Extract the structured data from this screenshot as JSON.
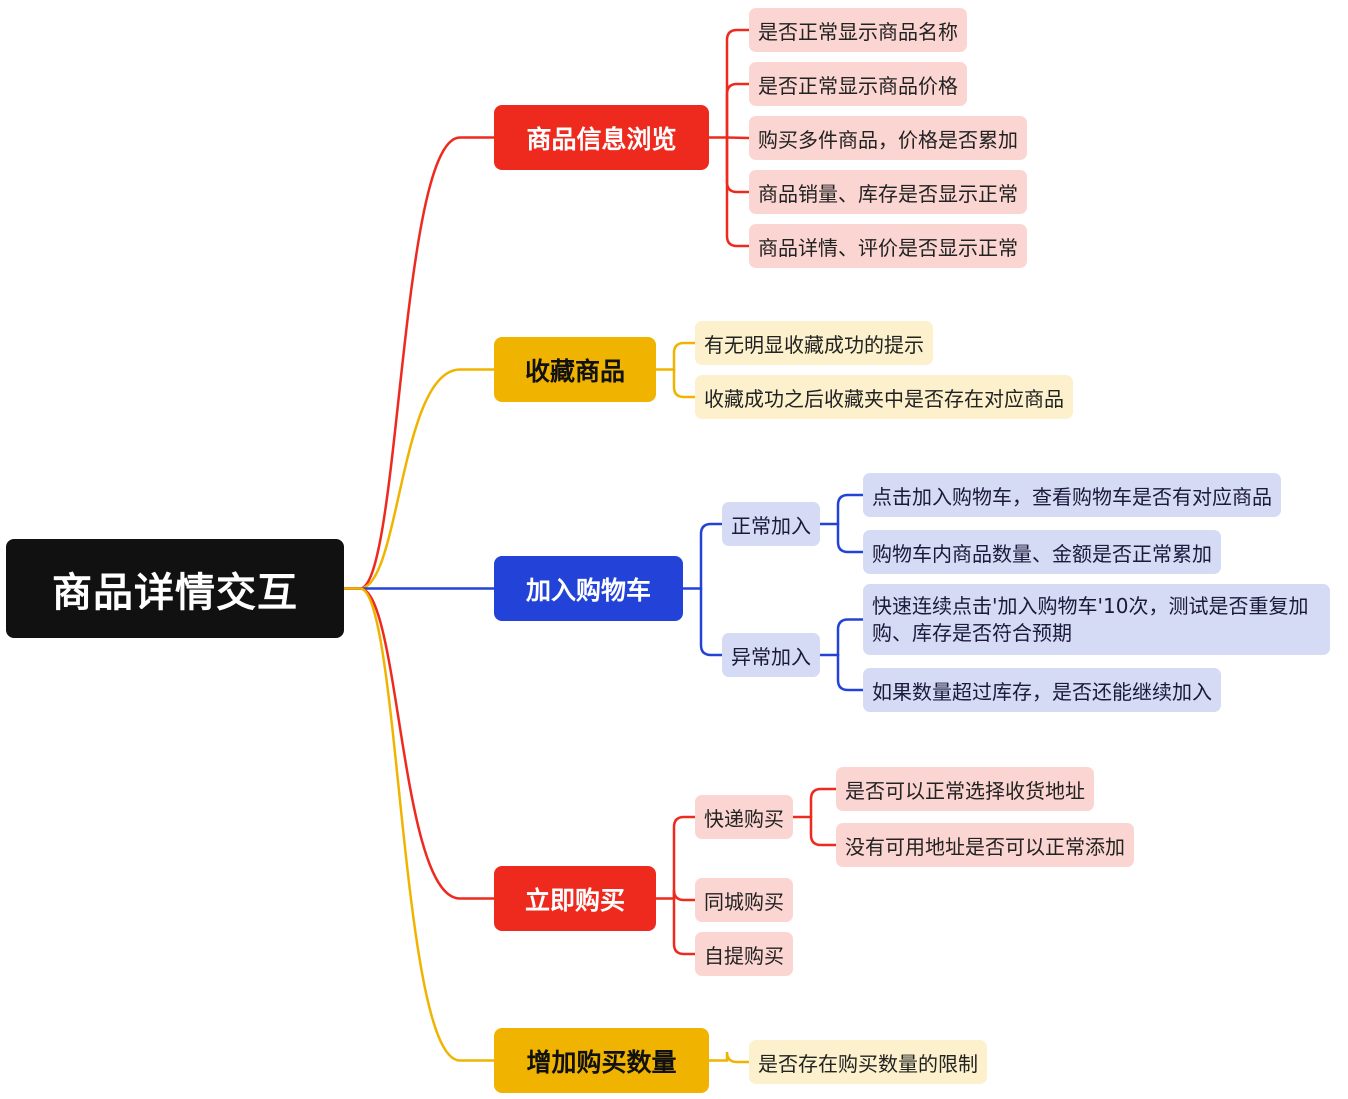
{
  "root": {
    "label": "商品详情交互"
  },
  "branches": [
    {
      "label": "商品信息浏览",
      "color": "#ee2a1f",
      "children": [
        "是否正常显示商品名称",
        "是否正常显示商品价格",
        "购买多件商品，价格是否累加",
        "商品销量、库存是否显示正常",
        "商品详情、评价是否显示正常"
      ]
    },
    {
      "label": "收藏商品",
      "color": "#f0b400",
      "children": [
        "有无明显收藏成功的提示",
        "收藏成功之后收藏夹中是否存在对应商品"
      ]
    },
    {
      "label": "加入购物车",
      "color": "#2343d8",
      "groups": [
        {
          "label": "正常加入",
          "children": [
            "点击加入购物车，查看购物车是否有对应商品",
            "购物车内商品数量、金额是否正常累加"
          ]
        },
        {
          "label": "异常加入",
          "children": [
            "快速连续点击'加入购物车'10次，测试是否重复加购、库存是否符合预期",
            "如果数量超过库存，是否还能继续加入"
          ]
        }
      ]
    },
    {
      "label": "立即购买",
      "color": "#ee2a1f",
      "groups": [
        {
          "label": "快递购买",
          "children": [
            "是否可以正常选择收货地址",
            "没有可用地址是否可以正常添加"
          ]
        },
        {
          "label": "同城购买",
          "children": []
        },
        {
          "label": "自提购买",
          "children": []
        }
      ]
    },
    {
      "label": "增加购买数量",
      "color": "#f0b400",
      "children": [
        "是否存在购买数量的限制"
      ]
    }
  ]
}
